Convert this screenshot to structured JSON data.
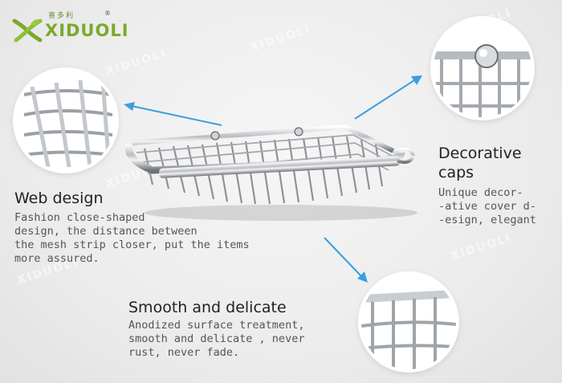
{
  "brand": {
    "name": "XIDUOLI",
    "chinese": "喜多利",
    "registered": "®",
    "color": "#7aaa2a"
  },
  "watermark_text": "XIDUOLI",
  "features": [
    {
      "id": "web-design",
      "title": "Web design",
      "desc_lines": [
        "Fashion close-shaped",
        "design, the distance between",
        "the mesh strip closer, put the items",
        "more assured."
      ]
    },
    {
      "id": "decorative-caps",
      "title_lines": [
        "Decorative",
        "caps"
      ],
      "desc_lines": [
        "Unique decor-",
        "-ative cover d-",
        "-esign, elegant"
      ]
    },
    {
      "id": "smooth-delicate",
      "title": "Smooth and delicate",
      "desc_lines": [
        "Anodized surface treatment,",
        "smooth and delicate , never",
        "rust, never fade."
      ]
    }
  ],
  "colors": {
    "arrow": "#3a9ee0",
    "title": "#222222",
    "desc": "#555555"
  }
}
